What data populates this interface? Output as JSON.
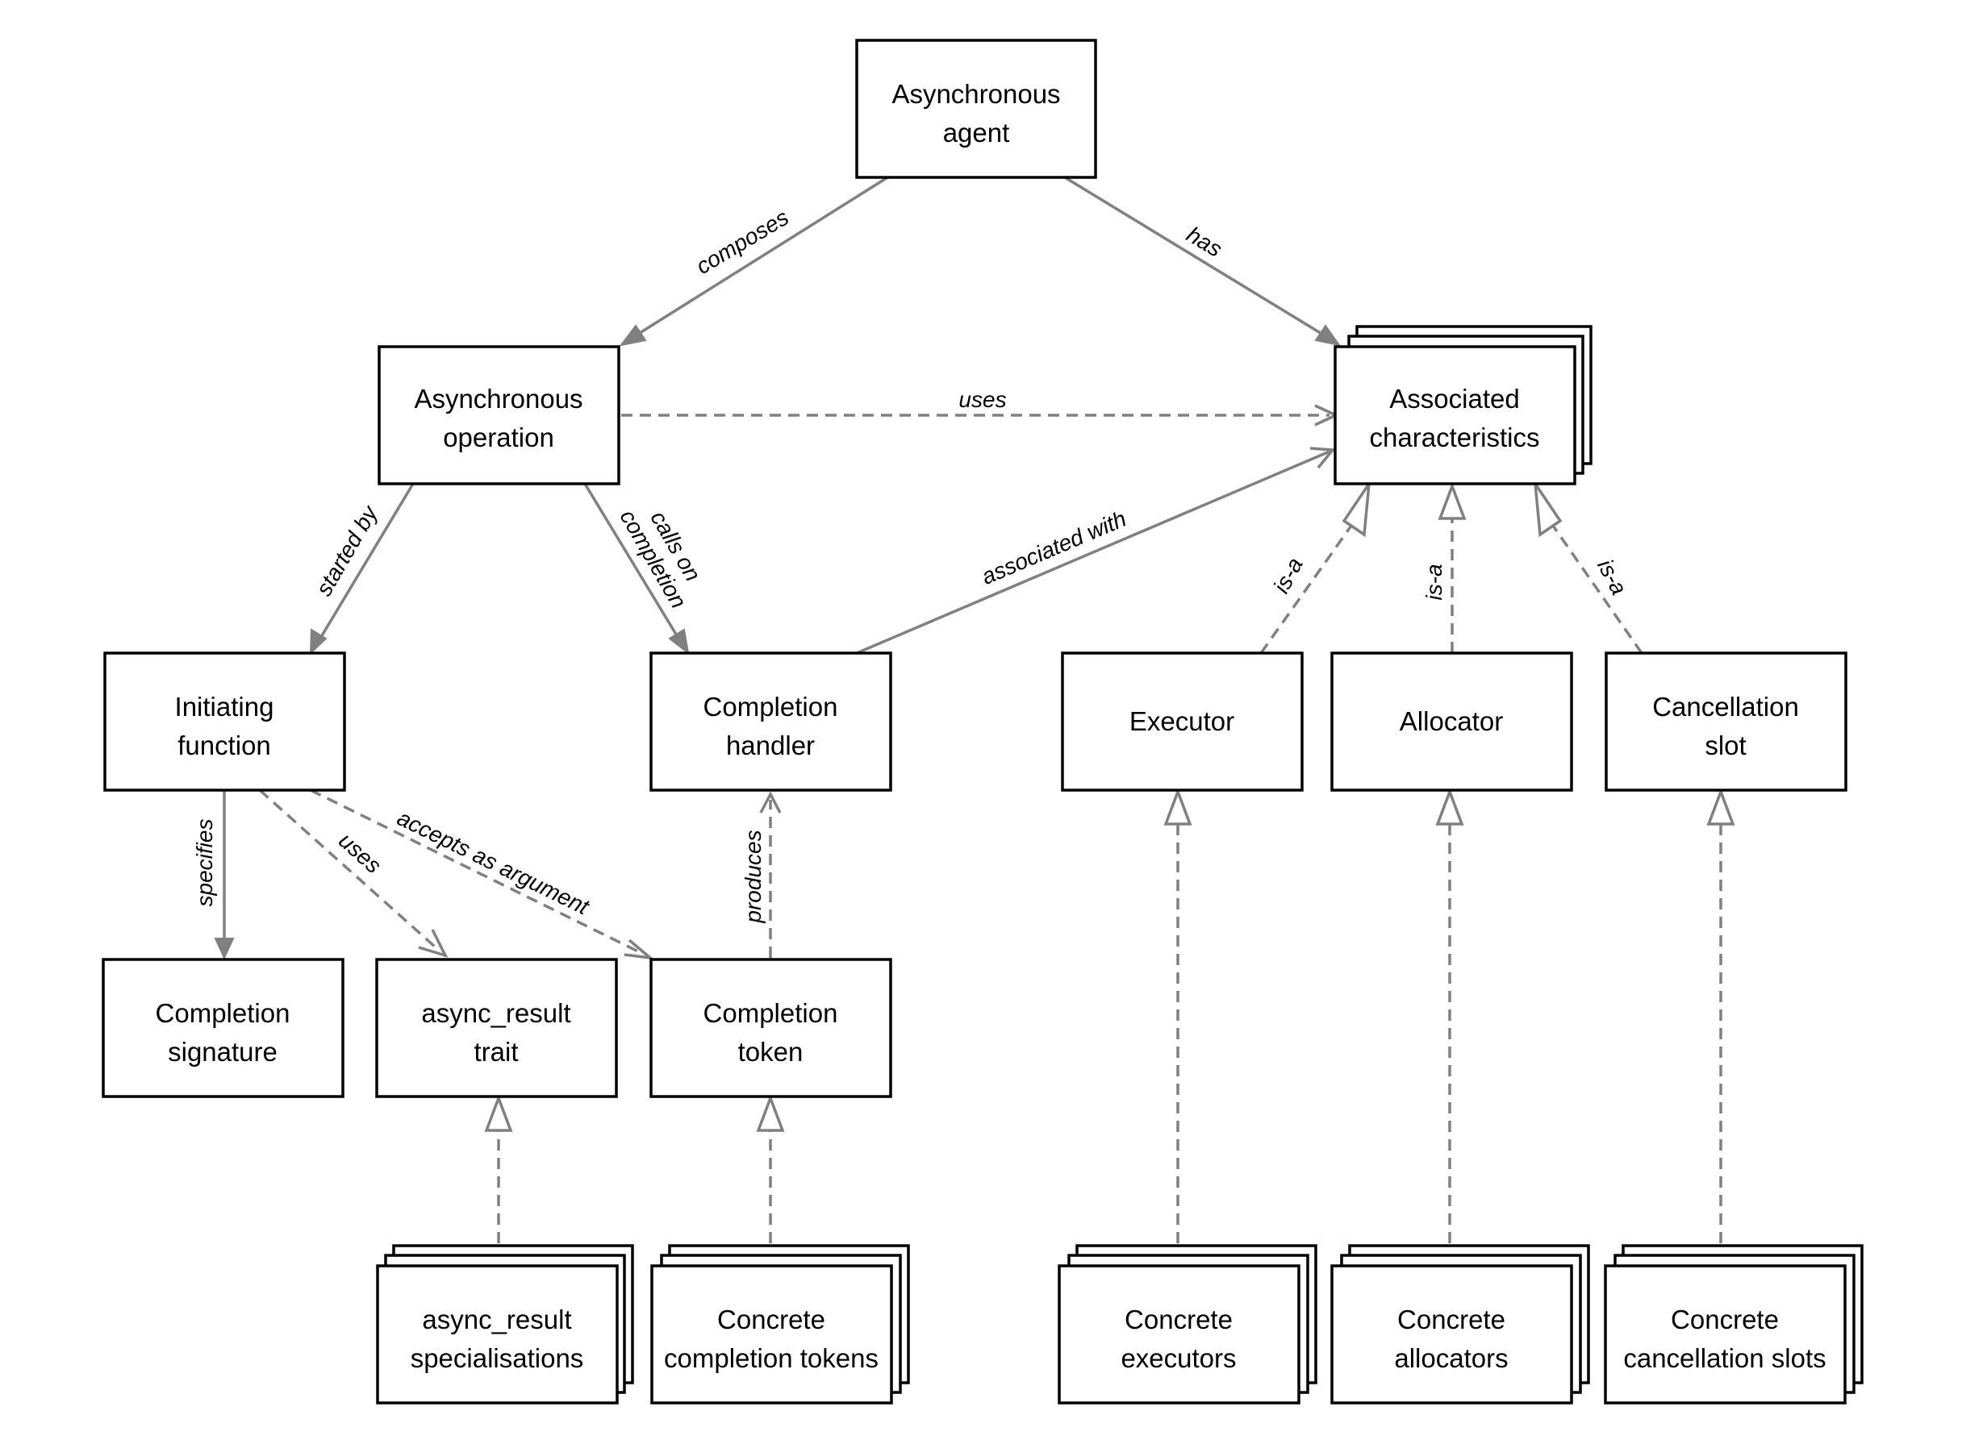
{
  "nodes": {
    "agent": [
      "Asynchronous",
      "agent"
    ],
    "operation": [
      "Asynchronous",
      "operation"
    ],
    "characteristics": [
      "Associated",
      "characteristics"
    ],
    "initiating": [
      "Initiating",
      "function"
    ],
    "handler": [
      "Completion",
      "handler"
    ],
    "executor": [
      "Executor"
    ],
    "allocator": [
      "Allocator"
    ],
    "cancellation": [
      "Cancellation",
      "slot"
    ],
    "signature": [
      "Completion",
      "signature"
    ],
    "async_result": [
      "async_result",
      "trait"
    ],
    "token": [
      "Completion",
      "token"
    ],
    "specialisations": [
      "async_result",
      "specialisations"
    ],
    "concrete_tokens": [
      "Concrete",
      "completion tokens"
    ],
    "concrete_executors": [
      "Concrete",
      "executors"
    ],
    "concrete_allocators": [
      "Concrete",
      "allocators"
    ],
    "concrete_slots": [
      "Concrete",
      "cancellation slots"
    ]
  },
  "edges": {
    "composes": "composes",
    "has": "has",
    "uses_characteristics": "uses",
    "started_by": "started by",
    "calls_on_line1": "calls on",
    "calls_on_line2": "completion",
    "associated_with": "associated with",
    "isa_executor": "is-a",
    "isa_allocator": "is-a",
    "isa_cancellation": "is-a",
    "specifies": "specifies",
    "uses_async_result": "uses",
    "accepts_as_argument": "accepts as argument",
    "produces": "produces"
  },
  "colors": {
    "arrow": "#808080",
    "box_border": "#000000",
    "background": "#ffffff"
  }
}
